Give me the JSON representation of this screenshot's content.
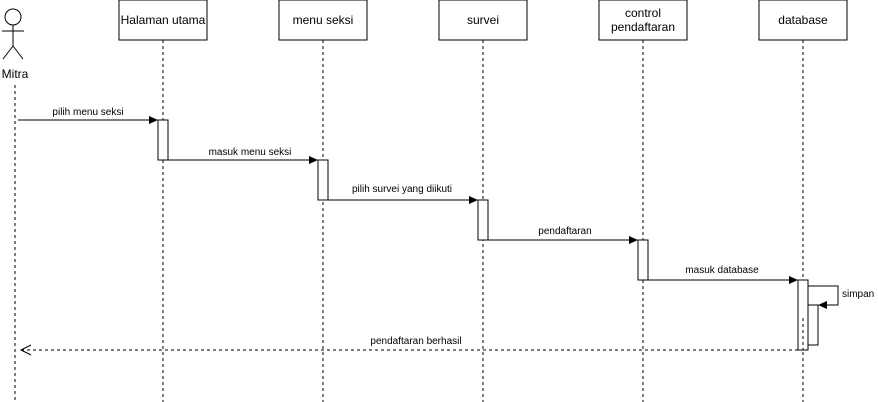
{
  "actor": {
    "label": "Mitra"
  },
  "participants": [
    {
      "id": "halaman",
      "lines": [
        "Halaman utama"
      ]
    },
    {
      "id": "menu",
      "lines": [
        "menu seksi"
      ]
    },
    {
      "id": "survei",
      "lines": [
        "survei"
      ]
    },
    {
      "id": "control",
      "lines": [
        "control",
        "pendaftaran"
      ]
    },
    {
      "id": "database",
      "lines": [
        "database"
      ]
    }
  ],
  "messages": [
    {
      "label": "pilih menu seksi",
      "from": "actor",
      "to": "halaman",
      "style": "solid"
    },
    {
      "label": "masuk menu seksi",
      "from": "halaman",
      "to": "menu",
      "style": "solid"
    },
    {
      "label": "pilih survei yang diikuti",
      "from": "menu",
      "to": "survei",
      "style": "solid"
    },
    {
      "label": "pendaftaran",
      "from": "survei",
      "to": "control",
      "style": "solid"
    },
    {
      "label": "masuk database",
      "from": "control",
      "to": "database",
      "style": "solid"
    },
    {
      "label": "simpan",
      "from": "database",
      "to": "database",
      "style": "self"
    },
    {
      "label": "pendaftaran berhasil",
      "from": "database",
      "to": "actor",
      "style": "dashed"
    }
  ]
}
